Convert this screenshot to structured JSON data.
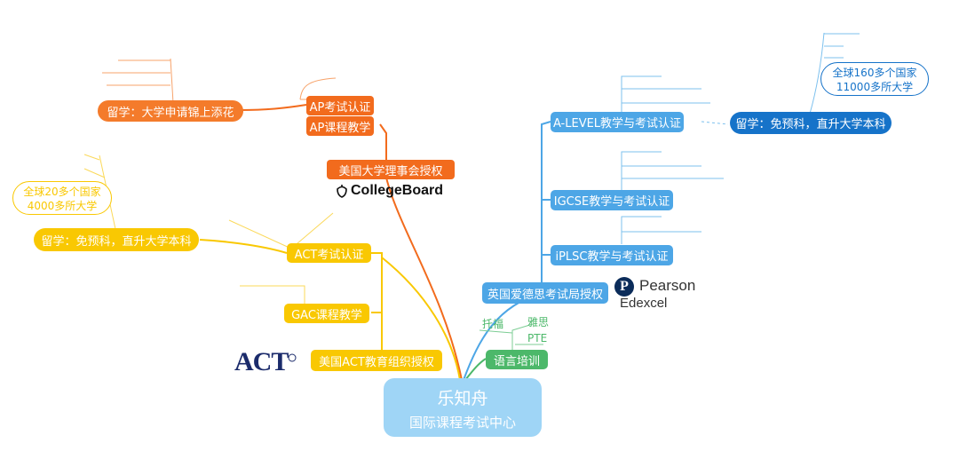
{
  "root": {
    "title": "乐知舟",
    "subtitle": "国际课程考试中心"
  },
  "colors": {
    "orange": "#f26b1d",
    "yellow": "#f9c802",
    "blue": "#4da6e6",
    "blue_dark": "#1673c9",
    "green": "#4cb86a",
    "root": "#9fd5f6"
  },
  "orange_branch": {
    "main": "美国大学理事会授权",
    "logo": "CollegeBoard",
    "ap_exam": "AP考试认证",
    "ap_course": "AP课程教学",
    "study": "留学：大学申请锦上添花"
  },
  "yellow_branch": {
    "main": "美国ACT教育组织授权",
    "logo": "ACT",
    "act_exam": "ACT考试认证",
    "gac": "GAC课程教学",
    "study": "留学：免预科，直升大学本科",
    "bubble_line1": "全球20多个国家",
    "bubble_line2": "4000多所大学"
  },
  "blue_branch": {
    "main": "英国爱德思考试局授权",
    "logo_word1": "Pearson",
    "logo_word2": "Edexcel",
    "alevel": "A-LEVEL教学与考试认证",
    "igcse": "IGCSE教学与考试认证",
    "iplsc": "iPLSC教学与考试认证",
    "study": "留学：免预科，直升大学本科",
    "bubble_line1": "全球160多个国家",
    "bubble_line2": "11000多所大学"
  },
  "green_branch": {
    "main": "语言培训",
    "toefl": "托福",
    "ielts": "雅思",
    "pte": "PTE"
  }
}
